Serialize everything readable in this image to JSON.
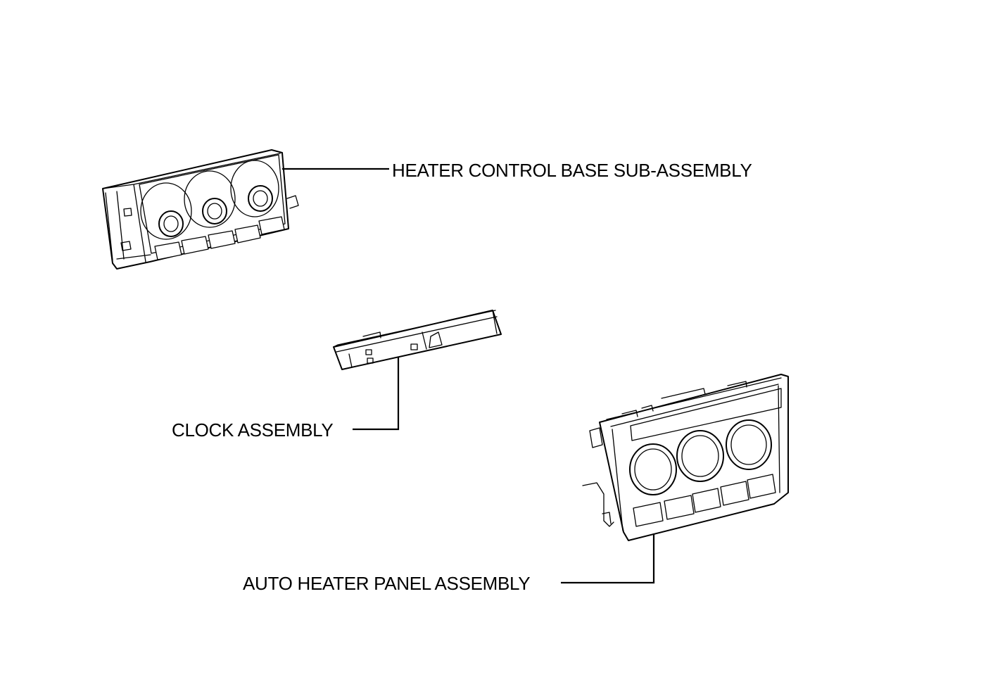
{
  "diagram": {
    "components": [
      {
        "id": "heater_control_base",
        "label": "HEATER CONTROL BASE SUB-ASSEMBLY"
      },
      {
        "id": "clock",
        "label": "CLOCK ASSEMBLY"
      },
      {
        "id": "auto_heater_panel",
        "label": "AUTO HEATER PANEL ASSEMBLY"
      }
    ]
  },
  "colors": {
    "line": "#000000",
    "background": "#ffffff"
  }
}
